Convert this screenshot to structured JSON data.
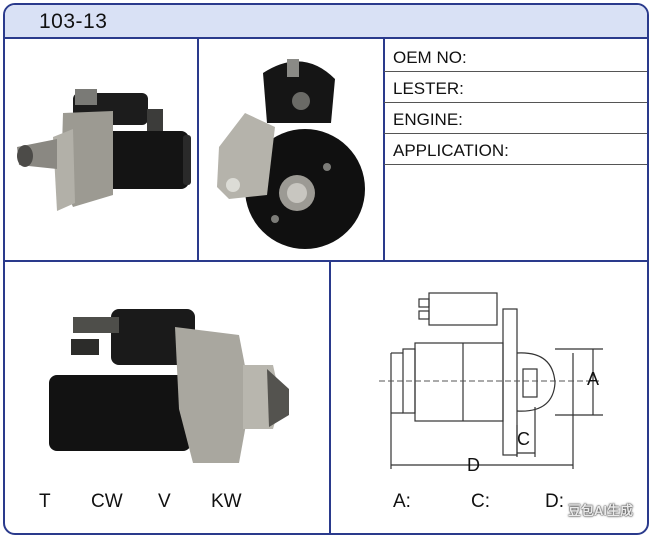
{
  "header": {
    "part_number": "103-13"
  },
  "specs": {
    "oem_label": "OEM NO:",
    "lester_label": "LESTER:",
    "engine_label": "ENGINE:",
    "application_label": "APPLICATION:"
  },
  "ratings": {
    "t_label": "T",
    "cw_label": "CW",
    "v_label": "V",
    "kw_label": "KW"
  },
  "dimensions": {
    "a_label": "A:",
    "c_label": "C:",
    "d_label": "D:",
    "diagram_a": "A",
    "diagram_c": "C",
    "diagram_d": "D"
  },
  "watermark": {
    "text": "豆包AI生成"
  },
  "colors": {
    "border": "#2a3a8c",
    "header_bg": "#d9e1f5"
  }
}
